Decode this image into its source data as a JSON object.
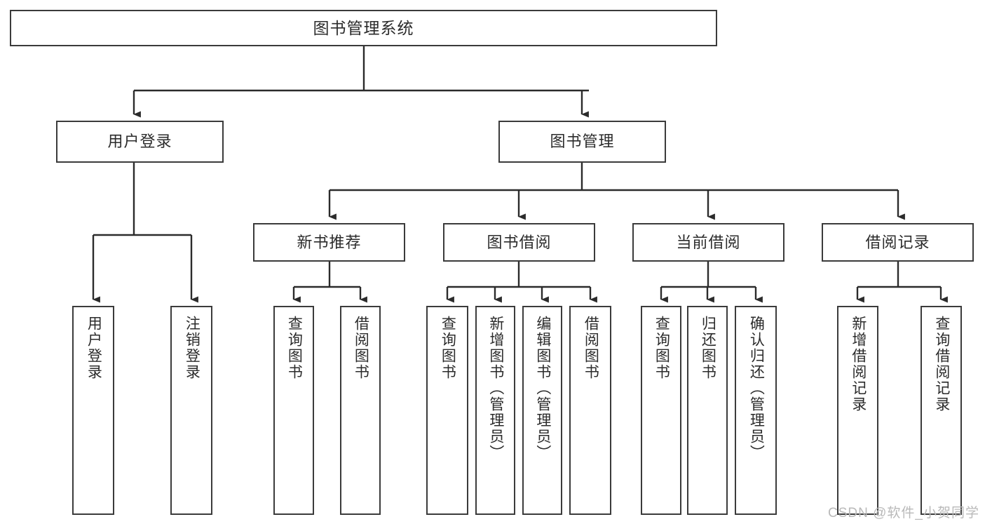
{
  "diagram": {
    "title": "图书管理系统",
    "type": "tree",
    "colors": {
      "box_border": "#3b3b3b",
      "box_fill": "#ffffff",
      "edge": "#2b2b2b",
      "text": "#2b2b2b",
      "watermark": "#b9b9b9"
    },
    "nodes": {
      "root": {
        "label": "图书管理系统"
      },
      "level2": [
        {
          "id": "user-login",
          "label": "用户登录"
        },
        {
          "id": "book-management",
          "label": "图书管理"
        }
      ],
      "level3": [
        {
          "id": "new-book-recommend",
          "label": "新书推荐"
        },
        {
          "id": "book-borrow",
          "label": "图书借阅"
        },
        {
          "id": "current-borrow",
          "label": "当前借阅"
        },
        {
          "id": "borrow-record",
          "label": "借阅记录"
        }
      ],
      "leaves": {
        "user-login": [
          {
            "id": "leaf-user-login",
            "label": "用户登录"
          },
          {
            "id": "leaf-user-logout",
            "label": "注销登录"
          }
        ],
        "new-book-recommend": [
          {
            "id": "leaf-query-book-1",
            "label": "查询图书"
          },
          {
            "id": "leaf-borrow-book-1",
            "label": "借阅图书"
          }
        ],
        "book-borrow": [
          {
            "id": "leaf-query-book-2",
            "label": "查询图书"
          },
          {
            "id": "leaf-add-book",
            "label": "新增图书（管理员）"
          },
          {
            "id": "leaf-edit-book",
            "label": "编辑图书（管理员）"
          },
          {
            "id": "leaf-borrow-book-2",
            "label": "借阅图书"
          }
        ],
        "current-borrow": [
          {
            "id": "leaf-query-book-3",
            "label": "查询图书"
          },
          {
            "id": "leaf-return-book",
            "label": "归还图书"
          },
          {
            "id": "leaf-confirm-return",
            "label": "确认归还（管理员）"
          }
        ],
        "borrow-record": [
          {
            "id": "leaf-add-record",
            "label": "新增借阅记录"
          },
          {
            "id": "leaf-query-record",
            "label": "查询借阅记录"
          }
        ]
      }
    }
  },
  "watermark": {
    "text": "CSDN @软件_小贺同学"
  }
}
